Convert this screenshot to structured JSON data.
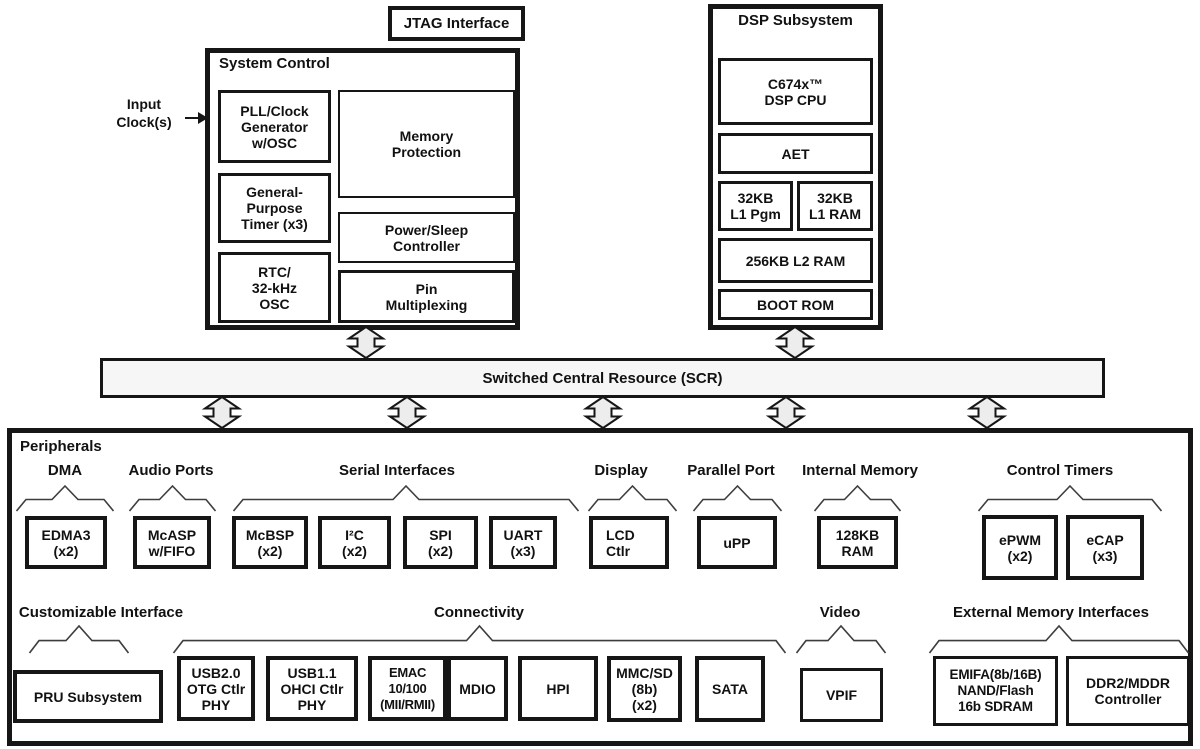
{
  "top": {
    "jtag_label": "JTAG Interface",
    "input_clock": [
      "Input",
      "Clock(s)"
    ],
    "system_control": {
      "title": "System Control",
      "pll": [
        "PLL/Clock",
        "Generator",
        "w/OSC"
      ],
      "gp_timer": [
        "General-",
        "Purpose",
        "Timer (x3)"
      ],
      "rtc": [
        "RTC/",
        "32-kHz",
        "OSC"
      ],
      "memory_protection": [
        "Memory",
        "Protection"
      ],
      "power_sleep": [
        "Power/Sleep",
        "Controller"
      ],
      "pin_mux": [
        "Pin",
        "Multiplexing"
      ]
    },
    "dsp": {
      "title": "DSP Subsystem",
      "cpu": [
        "C674x™",
        "DSP CPU"
      ],
      "aet": "AET",
      "l1pgm": [
        "32KB",
        "L1 Pgm"
      ],
      "l1ram": [
        "32KB",
        "L1 RAM"
      ],
      "l2ram": "256KB L2 RAM",
      "boot_rom": "BOOT ROM"
    }
  },
  "scr_label": "Switched Central Resource (SCR)",
  "peripherals": {
    "title": "Peripherals",
    "row1": {
      "dma_label": "DMA",
      "edma3": [
        "EDMA3",
        "(x2)"
      ],
      "audio_label": "Audio Ports",
      "mcasp": [
        "McASP",
        "w/FIFO"
      ],
      "serial_label": "Serial Interfaces",
      "mcbsp": [
        "McBSP",
        "(x2)"
      ],
      "i2c": [
        "I²C",
        "(x2)"
      ],
      "spi": [
        "SPI",
        "(x2)"
      ],
      "uart": [
        "UART",
        "(x3)"
      ],
      "display_label": "Display",
      "lcd": [
        "LCD",
        "Ctlr"
      ],
      "parallel_label": "Parallel Port",
      "upp": "uPP",
      "intmem_label": "Internal Memory",
      "ram128": [
        "128KB",
        "RAM"
      ],
      "timers_label": "Control Timers",
      "epwm": [
        "ePWM",
        "(x2)"
      ],
      "ecap": [
        "eCAP",
        "(x3)"
      ]
    },
    "row2": {
      "custom_label": "Customizable Interface",
      "pru": "PRU Subsystem",
      "connectivity_label": "Connectivity",
      "usb20": [
        "USB2.0",
        "OTG Ctlr",
        "PHY"
      ],
      "usb11": [
        "USB1.1",
        "OHCI Ctlr",
        "PHY"
      ],
      "emac": [
        "EMAC",
        "10/100",
        "(MII/RMII)"
      ],
      "mdio": "MDIO",
      "hpi": "HPI",
      "mmcsd": [
        "MMC/SD",
        "(8b)",
        "(x2)"
      ],
      "sata": "SATA",
      "video_label": "Video",
      "vpif": "VPIF",
      "emi_label": "External Memory Interfaces",
      "emifa": [
        "EMIFA(8b/16B)",
        "NAND/Flash",
        "16b SDRAM"
      ],
      "ddr2": [
        "DDR2/MDDR",
        "Controller"
      ]
    }
  },
  "colors": {
    "border": "#161616",
    "bus_fill": "#f6f6f6",
    "arrow_fill": "#ededed",
    "brace_stroke": "#3d3d3d"
  }
}
